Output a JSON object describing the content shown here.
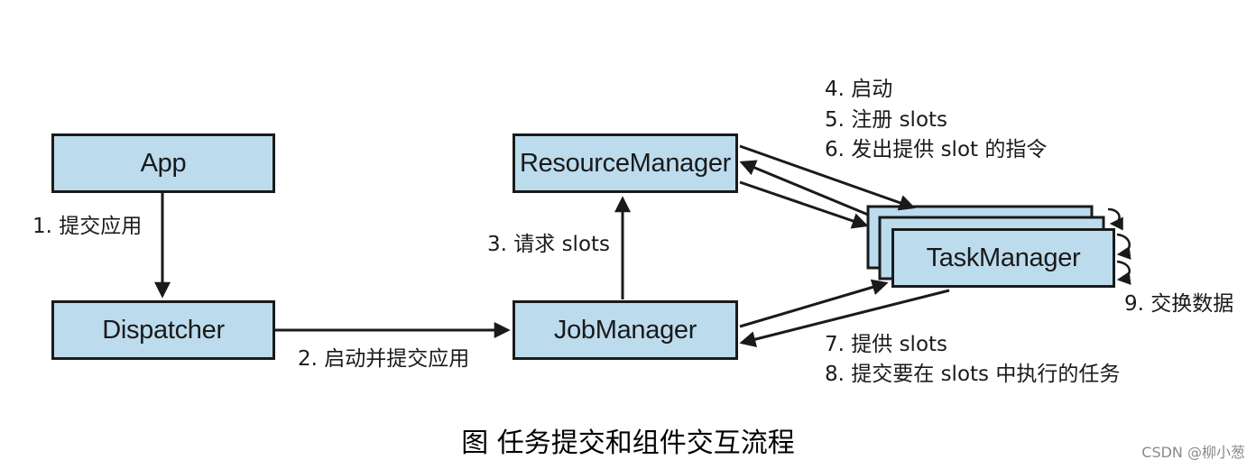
{
  "components": {
    "app": "App",
    "dispatcher": "Dispatcher",
    "resource_manager": "ResourceManager",
    "job_manager": "JobManager",
    "task_manager": "TaskManager"
  },
  "steps": {
    "s1": "1. 提交应用",
    "s2": "2. 启动并提交应用",
    "s3": "3. 请求 slots",
    "s4": "4. 启动",
    "s5": "5. 注册 slots",
    "s6": "6. 发出提供 slot 的指令",
    "s7": "7. 提供 slots",
    "s8": "8. 提交要在 slots 中执行的任务",
    "s9": "9. 交换数据"
  },
  "caption": "图  任务提交和组件交互流程",
  "watermark": "CSDN @柳小葱",
  "colors": {
    "box_fill": "#bcdcee",
    "stroke": "#1a1a1a"
  }
}
